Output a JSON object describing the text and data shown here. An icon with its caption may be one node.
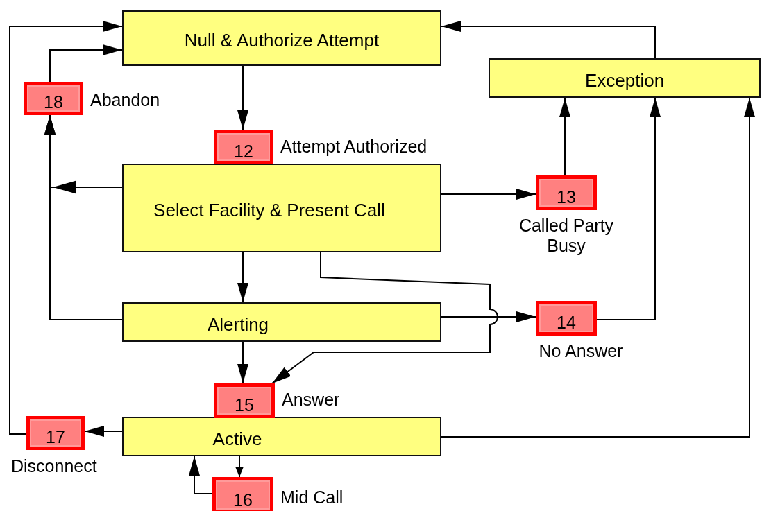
{
  "diagram": {
    "nodes": [
      {
        "text": [
          "Null & Authorize Attempt"
        ]
      },
      {
        "text": [
          "Exception"
        ]
      },
      {
        "text": [
          "Select Facility & Present Call"
        ]
      },
      {
        "text": [
          "Alerting"
        ]
      },
      {
        "text": [
          "Active"
        ]
      },
      {
        "text": [
          "18"
        ],
        "beside": [
          "Abandon"
        ]
      },
      {
        "text": [
          "12"
        ],
        "beside": [
          "Attempt Authorized"
        ]
      },
      {
        "text": [
          "13"
        ],
        "beside": [
          "Called Party Busy"
        ]
      },
      {
        "text": [
          "14"
        ],
        "beside": [
          "No Answer"
        ]
      },
      {
        "text": [
          "15"
        ],
        "beside": [
          "Answer"
        ]
      },
      {
        "text": [
          "17"
        ],
        "beside": [
          "Disconnect"
        ]
      },
      {
        "text": [
          "16"
        ],
        "beside": [
          "Mid Call"
        ]
      }
    ],
    "edges": [
      {
        "from": 0,
        "to": 6,
        "arrow": "to"
      },
      {
        "from": 1,
        "to": 0,
        "arrow": "to"
      },
      {
        "from": 5,
        "to": 0,
        "arrow": "to"
      },
      {
        "from": 10,
        "to": 0,
        "arrow": "to"
      },
      {
        "from": 2,
        "to": 5,
        "arrow": "to"
      },
      {
        "from": 3,
        "to": 5,
        "arrow": "to"
      },
      {
        "from": 2,
        "to": 7,
        "arrow": "to"
      },
      {
        "from": 7,
        "to": 1,
        "arrow": "to"
      },
      {
        "from": 2,
        "to": 3,
        "arrow": "to"
      },
      {
        "from": 2,
        "to": 9,
        "arrow": "to"
      },
      {
        "from": 3,
        "to": 8,
        "arrow": "to"
      },
      {
        "from": 8,
        "to": 1,
        "arrow": "to"
      },
      {
        "from": 3,
        "to": 9,
        "arrow": "to"
      },
      {
        "from": 4,
        "to": 10,
        "arrow": "to"
      },
      {
        "from": 4,
        "to": 1,
        "arrow": "to"
      },
      {
        "from": 4,
        "to": 11,
        "arrow": "to"
      },
      {
        "from": 11,
        "to": 4,
        "arrow": "to"
      }
    ]
  }
}
